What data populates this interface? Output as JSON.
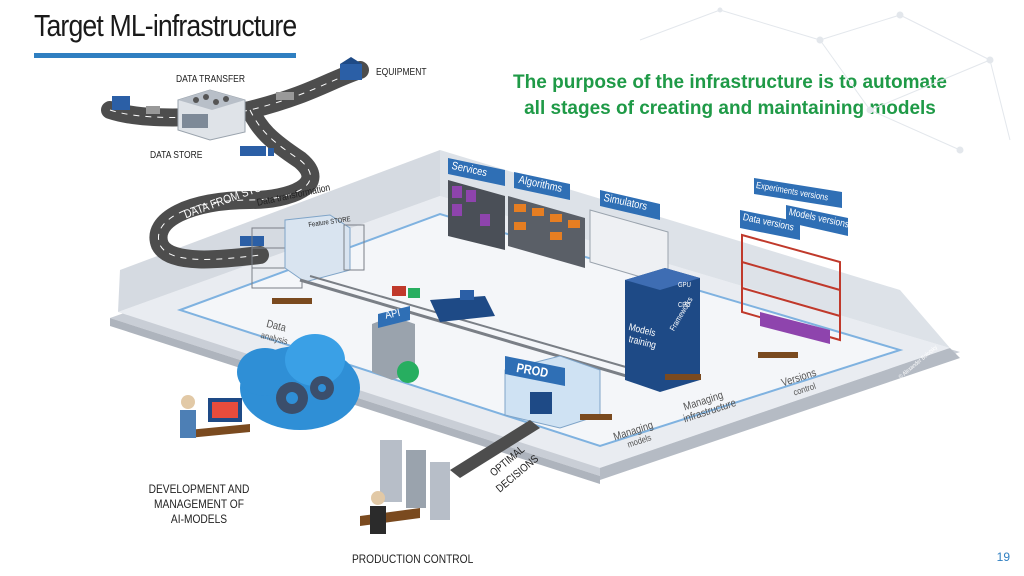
{
  "header": {
    "title": "Target ML-infrastructure",
    "purpose_line1": "The purpose of the infrastructure is to automate",
    "purpose_line2": "all stages of creating and maintaining models"
  },
  "road": {
    "data_transfer": "DATA TRANSFER",
    "equipment": "EQUIPMENT",
    "data_store": "DATA STORE",
    "data_from_storage": "DATA FROM STORAGE"
  },
  "factory": {
    "data_transformation": "Data transformation",
    "feature_store": "Feature STORE",
    "services": "Services",
    "algorithms": "Algorithms",
    "simulators": "Simulators",
    "experiments_versions": "Experiments versions",
    "models_versions": "Models versions",
    "data_versions": "Data versions",
    "data_analysis_1": "Data",
    "data_analysis_2": "analysis",
    "api": "API",
    "prod": "PROD",
    "models_training_1": "Models",
    "models_training_2": "training",
    "frameworks": "Frameworks",
    "gpu": "GPU",
    "cpu": "CPU",
    "managing_models_1": "Managing",
    "managing_models_2": "models",
    "managing_infra_1": "Managing",
    "managing_infra_2": "infrastructure",
    "versions_control_1": "Versions",
    "versions_control_2": "control",
    "copyright": "© Alexander Bolotsky"
  },
  "bottom": {
    "dev_line1": "DEVELOPMENT AND",
    "dev_line2": "MANAGEMENT OF",
    "dev_line3": "AI-MODELS",
    "optimal_1": "OPTIMAL",
    "optimal_2": "DECISIONS",
    "production_control": "PRODUCTION CONTROL"
  },
  "footer": {
    "page_number": "19"
  },
  "colors": {
    "accent_blue": "#2f7fc1",
    "purpose_green": "#1f9a47",
    "road_gray": "#4d4d4d",
    "floor": "#e9ecf1"
  }
}
